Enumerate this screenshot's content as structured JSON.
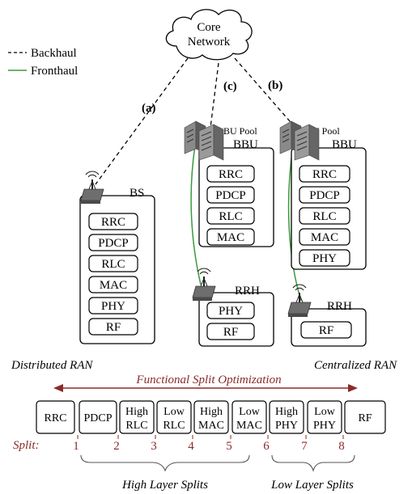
{
  "legend": {
    "backhaul": "Backhaul",
    "fronthaul": "Fronthaul"
  },
  "core_network": {
    "line1": "Core",
    "line2": "Network"
  },
  "link_labels": {
    "a": "(a)",
    "b": "(b)",
    "c": "(c)"
  },
  "bs": {
    "label": "BS",
    "stack": [
      "RRC",
      "PDCP",
      "RLC",
      "MAC",
      "PHY",
      "RF"
    ]
  },
  "bbu_c": {
    "pool_label": "BBU Pool",
    "label": "BBU",
    "stack": [
      "RRC",
      "PDCP",
      "RLC",
      "MAC"
    ]
  },
  "rrh_c": {
    "label": "RRH",
    "stack": [
      "PHY",
      "RF"
    ]
  },
  "bbu_b": {
    "pool_label": "BBU Pool",
    "label": "BBU",
    "stack": [
      "RRC",
      "PDCP",
      "RLC",
      "MAC",
      "PHY"
    ]
  },
  "rrh_b": {
    "label": "RRH",
    "stack": [
      "RF"
    ]
  },
  "ran": {
    "distributed": "Distributed RAN",
    "centralized": "Centralized RAN",
    "optimization": "Functional Split Optimization"
  },
  "split_row": {
    "cells": [
      {
        "line1": "RRC",
        "line2": ""
      },
      {
        "line1": "PDCP",
        "line2": ""
      },
      {
        "line1": "High",
        "line2": "RLC"
      },
      {
        "line1": "Low",
        "line2": "RLC"
      },
      {
        "line1": "High",
        "line2": "MAC"
      },
      {
        "line1": "Low",
        "line2": "MAC"
      },
      {
        "line1": "High",
        "line2": "PHY"
      },
      {
        "line1": "Low",
        "line2": "PHY"
      },
      {
        "line1": "RF",
        "line2": ""
      }
    ],
    "split_label": "Split:",
    "split_numbers": [
      "1",
      "2",
      "3",
      "4",
      "5",
      "6",
      "7",
      "8"
    ],
    "high_layer": "High Layer Splits",
    "low_layer": "Low Layer Splits"
  },
  "colors": {
    "fronthaul": "#3a9a3a",
    "accent": "#8b2a2a",
    "line": "#000000"
  }
}
